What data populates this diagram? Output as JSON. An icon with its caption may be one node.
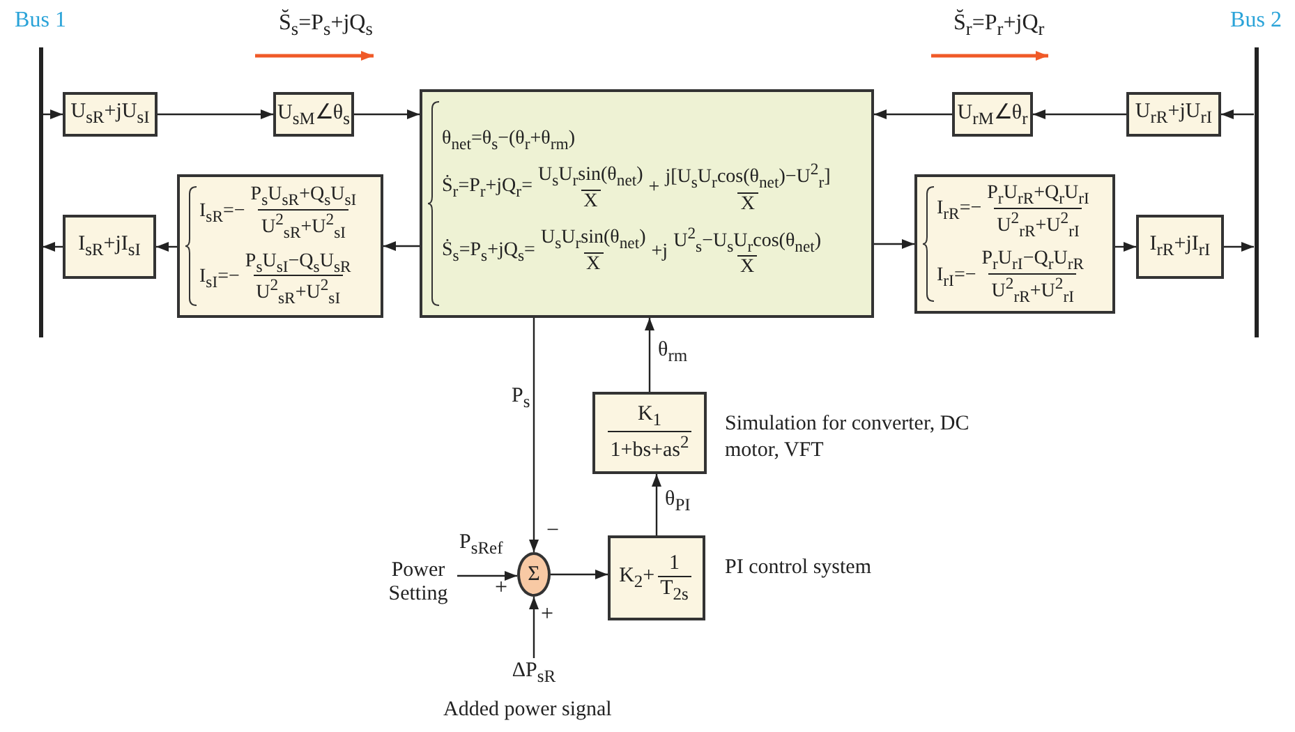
{
  "diagram": {
    "nodes": [
      {
        "text": [
          "Bus 1"
        ]
      },
      {
        "text": [
          "Bus 2"
        ]
      },
      {
        "text": [
          "U$_{sR}$+jU$_{sI}$"
        ]
      },
      {
        "text": [
          "U$_{sM}$∠θ$_{s}$"
        ]
      },
      {
        "text": [
          "θ$_{net}$=θ$_{s}$−(θ$_{r}$+θ$_{rm}$)",
          "Ṡ$_{r}$=P$_{r}$+jQ$_{r}$=",
          "U$_{s}$U$_{r}$sin(θ$_{net}$)",
          "X",
          "+",
          "j[U$_{s}$U$_{r}$cos(θ$_{net}$)−U$^{2}$$_{r}$]",
          "X",
          "Ṡ$_{s}$=P$_{s}$+jQ$_{s}$=",
          "U$_{s}$U$_{r}$sin(θ$_{net}$)",
          "X",
          "+j",
          "U$^{2}$$_{s}$−U$_{s}$U$_{r}$cos(θ$_{net}$)",
          "X"
        ]
      },
      {
        "text": [
          "U$_{rM}$∠θ$_{r}$"
        ]
      },
      {
        "text": [
          "U$_{rR}$+jU$_{rI}$"
        ]
      },
      {
        "text": [
          "I$_{sR}$=−",
          "P$_{s}$U$_{sR}$+Q$_{s}$U$_{sI}$",
          "U$^{2}$$_{sR}$+U$^{2}$$_{sI}$",
          "I$_{sI}$=−",
          "P$_{s}$U$_{sI}$−Q$_{s}$U$_{sR}$",
          "U$^{2}$$_{sR}$+U$^{2}$$_{sI}$"
        ]
      },
      {
        "text": [
          "I$_{sR}$+jI$_{sI}$"
        ]
      },
      {
        "text": [
          "I$_{rR}$=−",
          "P$_{r}$U$_{rR}$+Q$_{r}$U$_{rI}$",
          "U$^{2}$$_{rR}$+U$^{2}$$_{rI}$",
          "I$_{rI}$=−",
          "P$_{r}$U$_{rI}$−Q$_{r}$U$_{rR}$",
          "U$^{2}$$_{rR}$+U$^{2}$$_{rI}$"
        ]
      },
      {
        "text": [
          "I$_{rR}$+jI$_{rI}$"
        ]
      },
      {
        "text": [
          "K$_{1}$",
          "1+bs+as$^{2}$"
        ],
        "beside": [
          "Simulation for converter, DC motor, VFT"
        ]
      },
      {
        "text": [
          "K$_{2}$+",
          "1",
          "T$_{2s}$"
        ],
        "beside": [
          "PI control system"
        ]
      },
      {
        "text": [
          "Σ"
        ]
      },
      {
        "text": [
          "Power Setting"
        ]
      },
      {
        "text": [
          "ΔP$_{sR}$"
        ],
        "beside": [
          "Added power signal"
        ]
      }
    ],
    "edges": [
      {
        "from": 0,
        "to": 2,
        "arrow": "to"
      },
      {
        "from": 2,
        "to": 3,
        "arrow": "to"
      },
      {
        "from": 3,
        "to": 4,
        "arrow": "to"
      },
      {
        "from": 6,
        "to": 5,
        "arrow": "to"
      },
      {
        "from": 5,
        "to": 4,
        "arrow": "to"
      },
      {
        "from": 1,
        "to": 6,
        "arrow": "to"
      },
      {
        "from": 4,
        "to": 7,
        "arrow": "to"
      },
      {
        "from": 7,
        "to": 8,
        "arrow": "to"
      },
      {
        "from": 8,
        "to": 0,
        "arrow": "to"
      },
      {
        "from": 4,
        "to": 9,
        "arrow": "to"
      },
      {
        "from": 9,
        "to": 10,
        "arrow": "to"
      },
      {
        "from": 10,
        "to": 1,
        "arrow": "to"
      },
      {
        "from": 4,
        "to": 13,
        "arrow": "to",
        "label": "P$_{s}$"
      },
      {
        "from": 14,
        "to": 13,
        "arrow": "to",
        "label": "P$_{sRef}$"
      },
      {
        "from": 15,
        "to": 13,
        "arrow": "to"
      },
      {
        "from": 13,
        "to": 12,
        "arrow": "to"
      },
      {
        "from": 12,
        "to": 11,
        "arrow": "to",
        "label": "θ$_{PI}$"
      },
      {
        "from": 11,
        "to": 4,
        "arrow": "to",
        "label": "θ$_{rm}$"
      }
    ],
    "labels": [
      "S̆$_{s}$=P$_{s}$+jQ$_{s}$",
      "S̆$_{r}$=P$_{r}$+jQ$_{r}$",
      "−",
      "+",
      "+"
    ]
  }
}
